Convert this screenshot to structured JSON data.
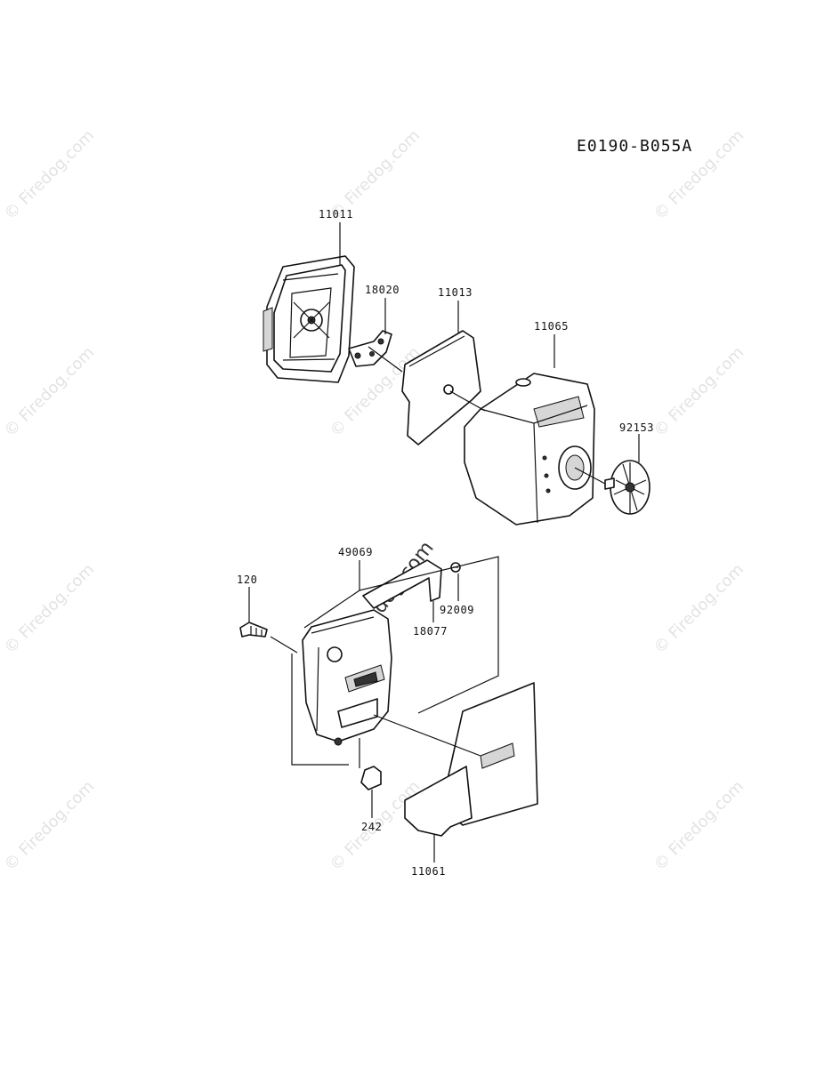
{
  "diagram_code": "E0190-B055A",
  "watermark": "© Firedog.com",
  "center_watermark": "Firedog.com",
  "parts": {
    "p11011": "11011",
    "p18020": "18020",
    "p11013": "11013",
    "p11065": "11065",
    "p92153": "92153",
    "p49069": "49069",
    "p120": "120",
    "p92009": "92009",
    "p18077": "18077",
    "p242": "242",
    "p11061": "11061"
  }
}
